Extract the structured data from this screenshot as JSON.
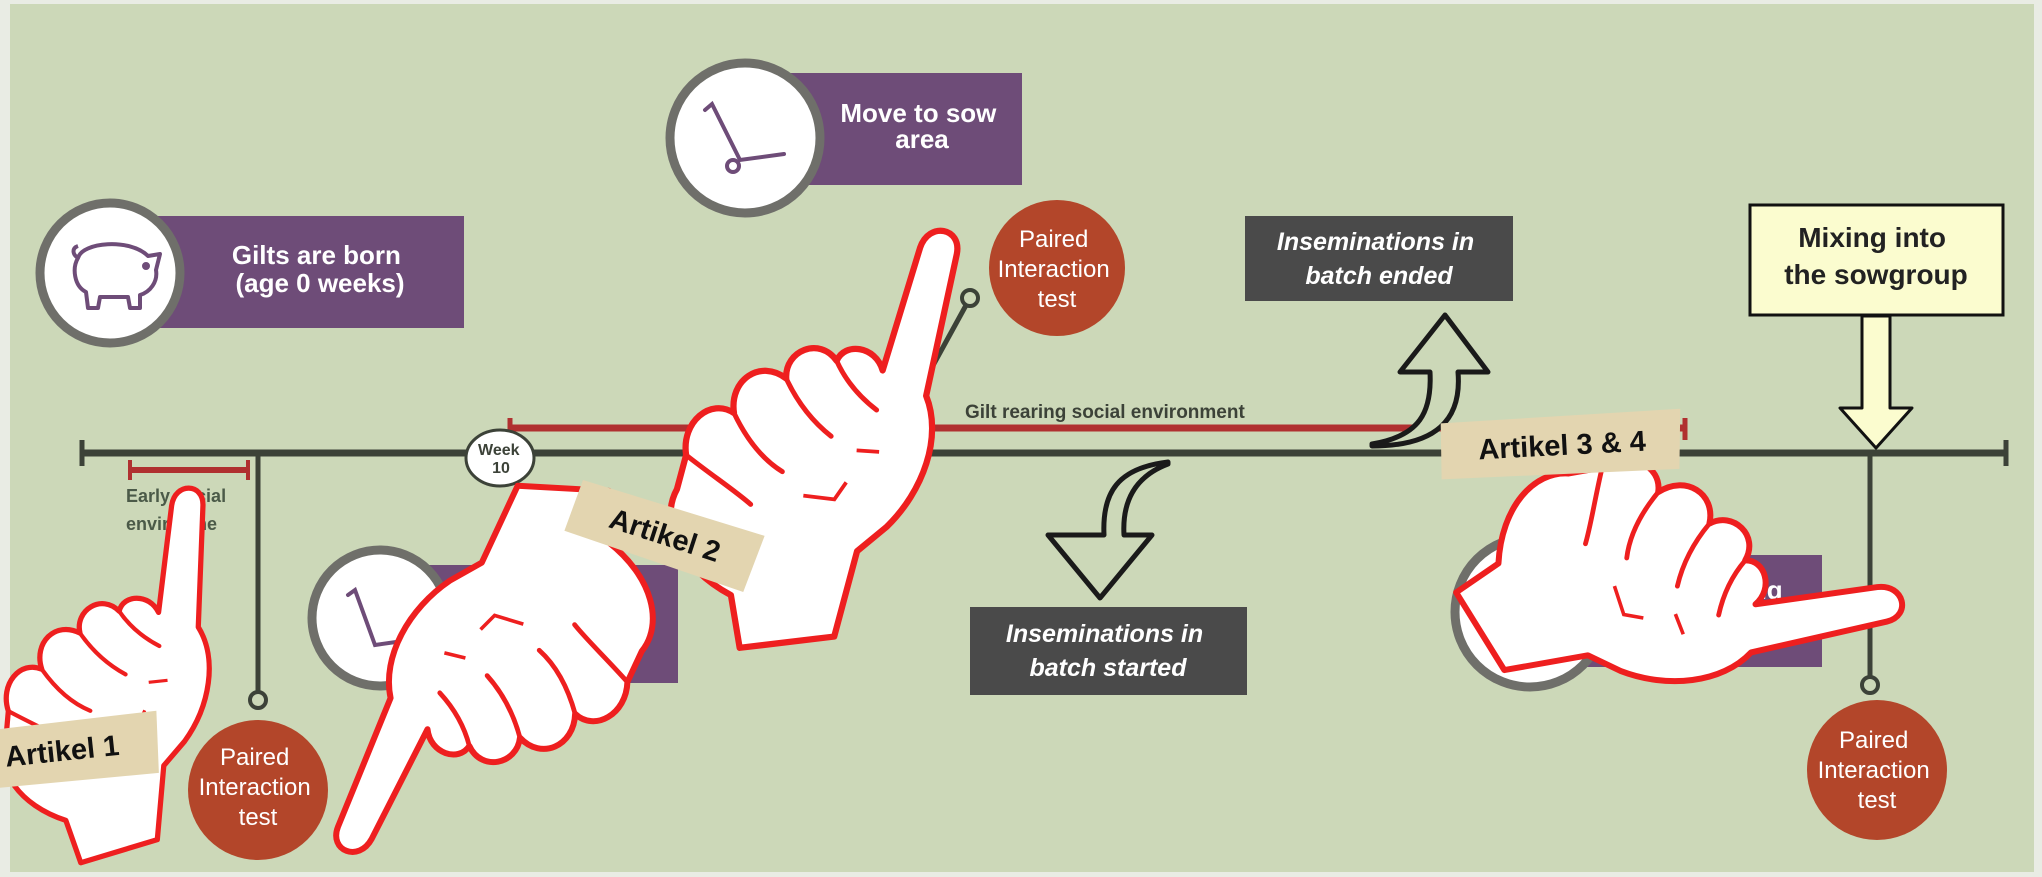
{
  "timeline": {
    "week_badge": [
      "Week",
      "10"
    ],
    "gilt_rearing_label": "Gilt rearing social environment",
    "early_social_label": [
      "Early social",
      "environme"
    ]
  },
  "milestones": {
    "born": [
      "Gilts are born",
      "(age 0 weeks)"
    ],
    "move_to_sow_area": [
      "Move to sow",
      "area"
    ],
    "farrowing_partial": "wing"
  },
  "tests": {
    "paired_interaction": [
      "Paired",
      "Interaction",
      "test"
    ]
  },
  "events": {
    "inseminations_ended": [
      "Inseminations in",
      "batch ended"
    ],
    "inseminations_started": [
      "Inseminations in",
      "batch started"
    ],
    "mixing": [
      "Mixing into",
      "the sowgroup"
    ]
  },
  "annotations": {
    "artikel_1": "Artikel 1",
    "artikel_2": "Artikel 2",
    "artikel_3_4": "Artikel 3 & 4"
  },
  "colors": {
    "background": "#ccd8b8",
    "purple": "#6e4c78",
    "rust": "#b3462a",
    "dark_box": "#4a4a4a",
    "timeline": "#3c4238",
    "red_line": "#b03030",
    "yellow_box": "#fbfccf",
    "hand_outline": "#ee1f1f",
    "tape": "#e3d5b0"
  }
}
